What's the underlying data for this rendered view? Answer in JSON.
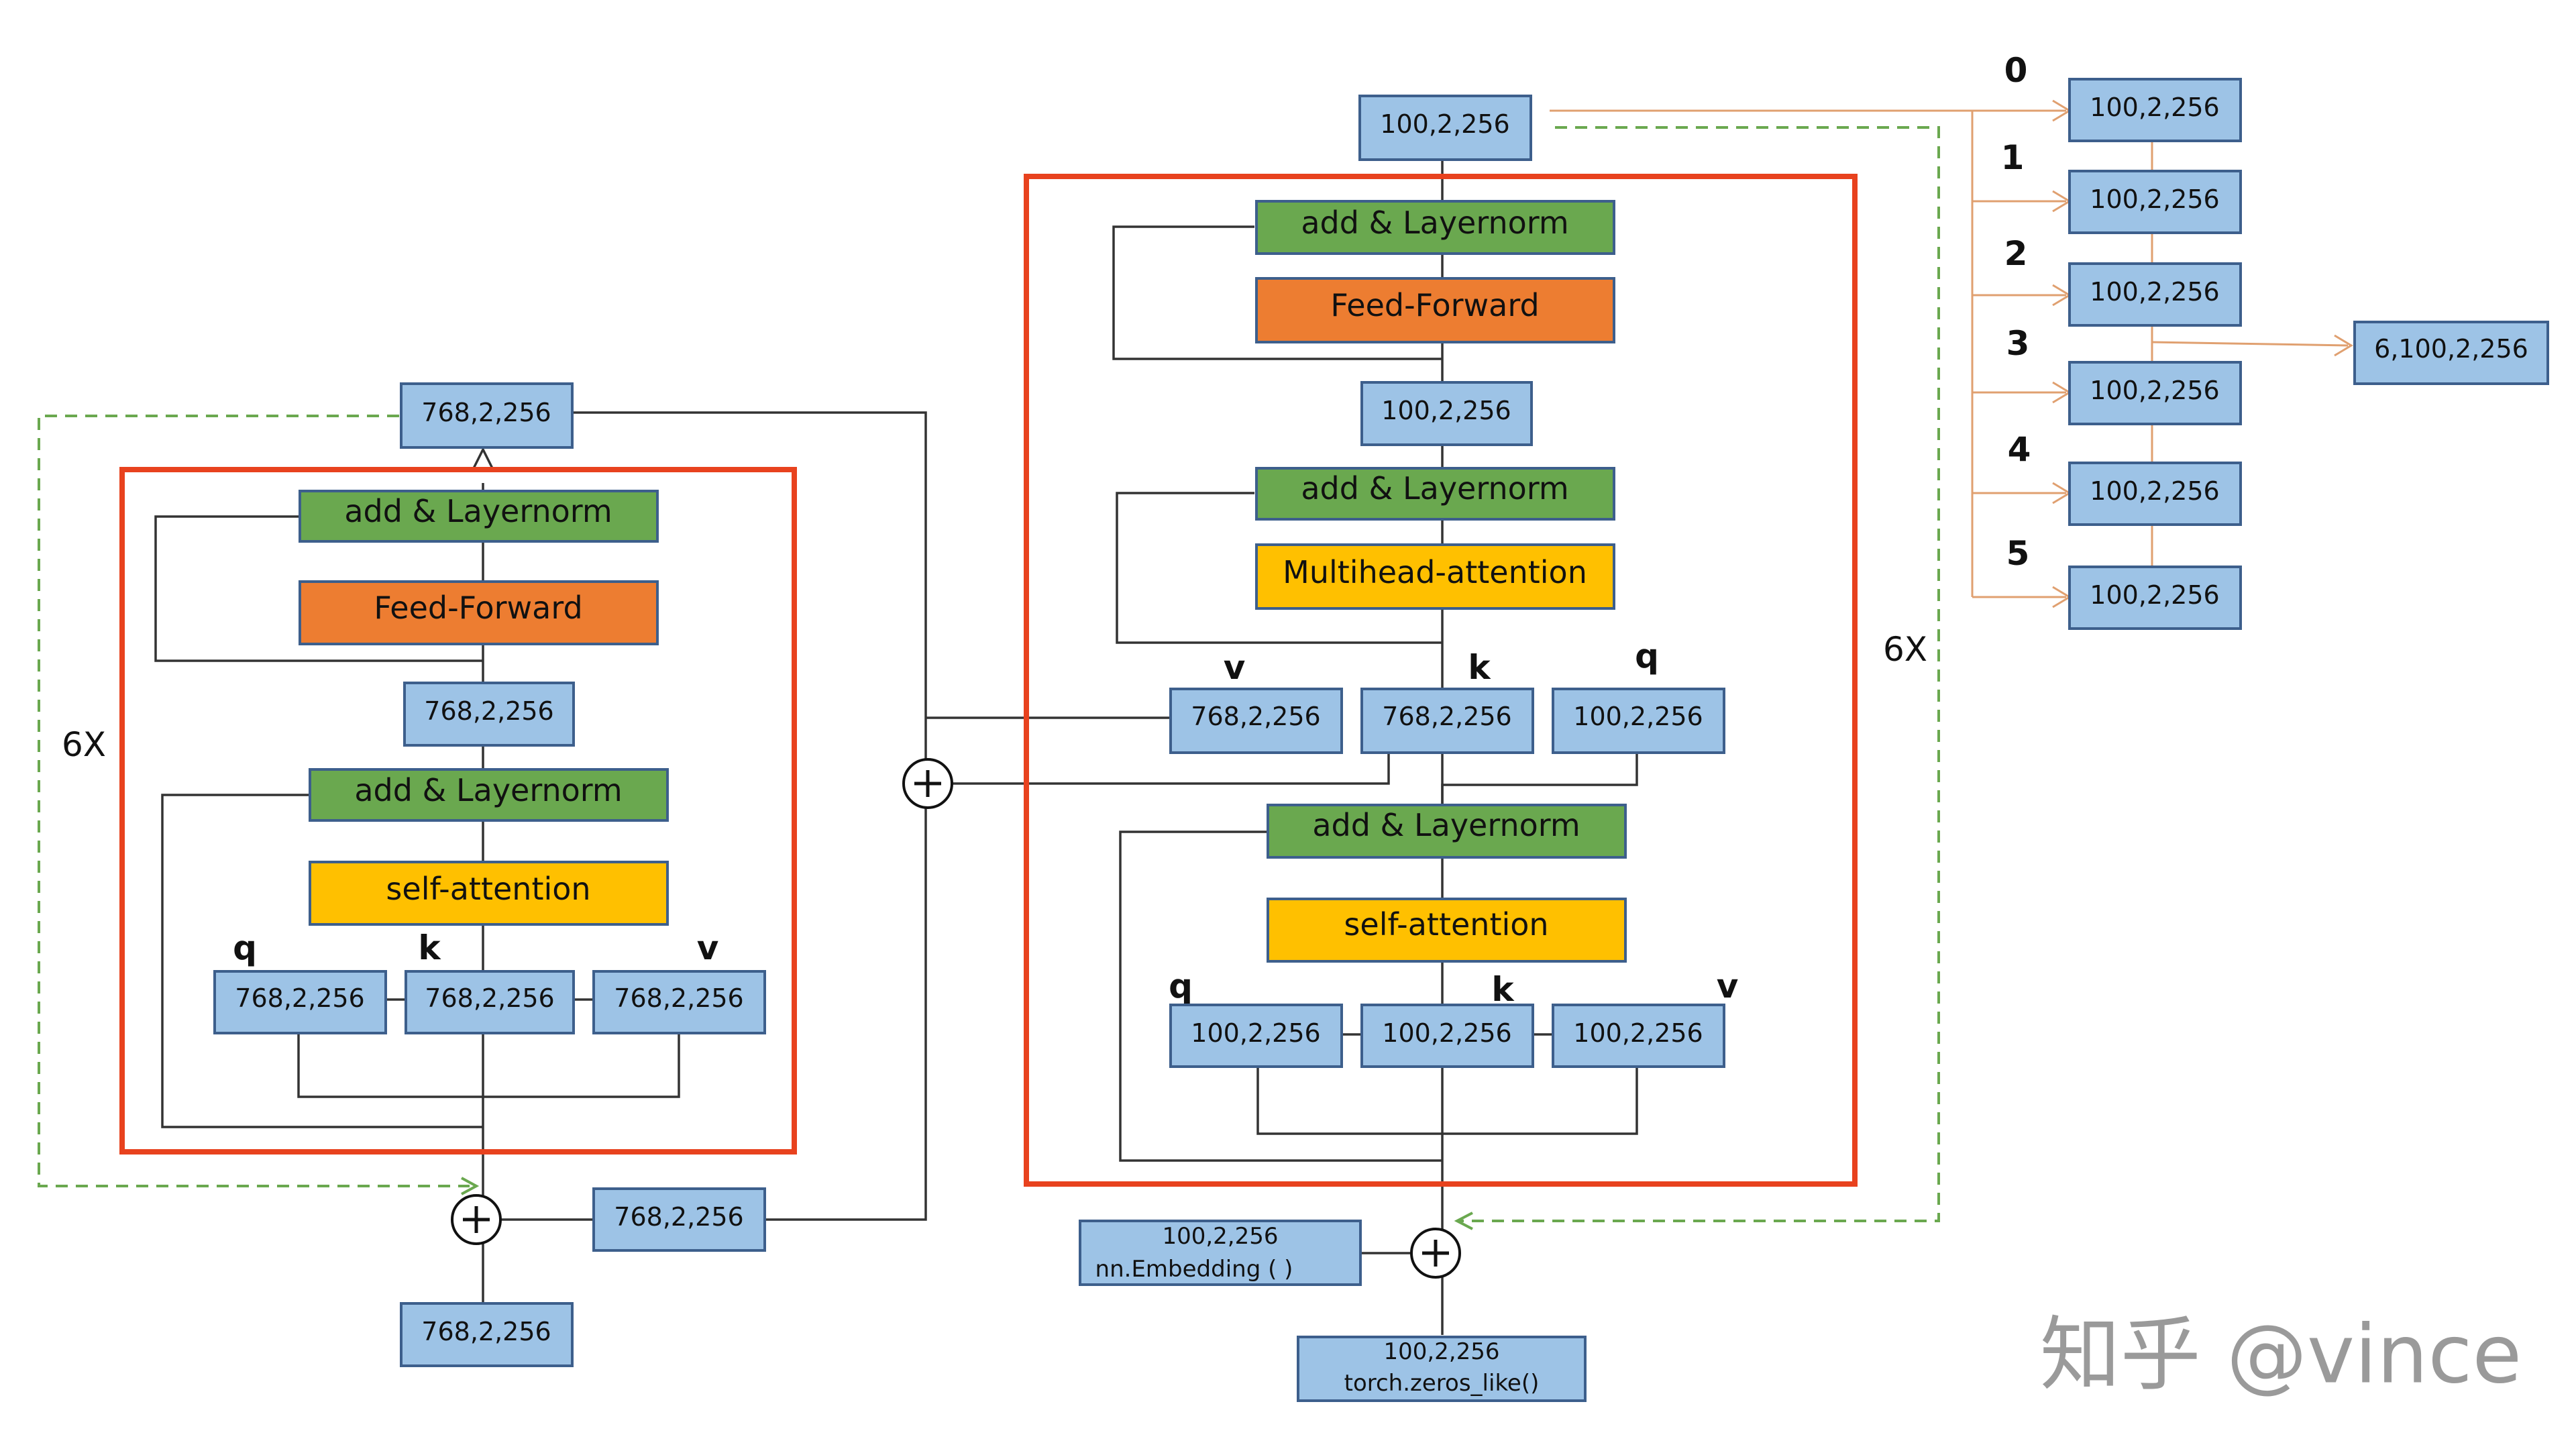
{
  "encoder": {
    "repeat": "6X",
    "output": "768,2,256",
    "ffn_norm": "add  &  Layernorm",
    "ffn": "Feed-Forward",
    "mid": "768,2,256",
    "attn_norm": "add  &  Layernorm",
    "attn": "self-attention",
    "q_label": "q",
    "k_label": "k",
    "v_label": "v",
    "q": "768,2,256",
    "k": "768,2,256",
    "v": "768,2,256",
    "pos": "768,2,256",
    "input": "768,2,256"
  },
  "decoder": {
    "repeat": "6X",
    "top": "100,2,256",
    "ffn_norm": "add  &  Layernorm",
    "ffn": "Feed-Forward",
    "mid1": "100,2,256",
    "cross_norm": "add  &  Layernorm",
    "cross_attn": "Multihead-attention",
    "v_label": "v",
    "k_label": "k",
    "q_label": "q",
    "cross_v": "768,2,256",
    "cross_k": "768,2,256",
    "cross_q": "100,2,256",
    "self_norm": "add  &  Layernorm",
    "self_attn": "self-attention",
    "sq_label": "q",
    "sk_label": "k",
    "sv_label": "v",
    "self_q": "100,2,256",
    "self_k": "100,2,256",
    "self_v": "100,2,256",
    "embed_line1": "100,2,256",
    "embed_line2": "nn.Embedding  ( )",
    "zeros_line1": "100,2,256",
    "zeros_line2": "torch.zeros_like()"
  },
  "outputs": {
    "items": [
      {
        "index": "0",
        "value": "100,2,256"
      },
      {
        "index": "1",
        "value": "100,2,256"
      },
      {
        "index": "2",
        "value": "100,2,256"
      },
      {
        "index": "3",
        "value": "100,2,256"
      },
      {
        "index": "4",
        "value": "100,2,256"
      },
      {
        "index": "5",
        "value": "100,2,256"
      }
    ],
    "stacked": "6,100,2,256"
  },
  "watermark": "知乎 @vince"
}
